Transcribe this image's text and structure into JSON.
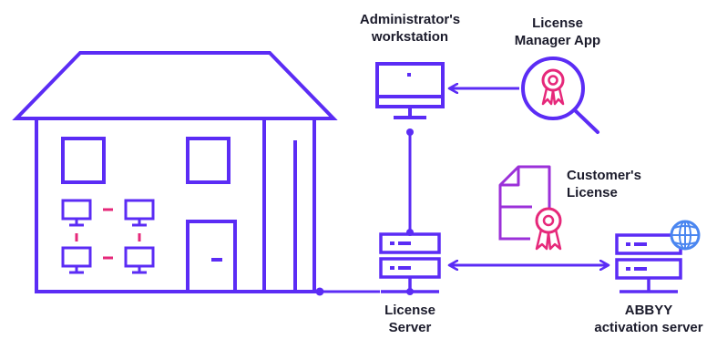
{
  "labels": {
    "admin_workstation": [
      "Administrator's",
      "workstation"
    ],
    "license_manager_app": [
      "License",
      "Manager App"
    ],
    "customers_license": [
      "Customer's",
      "License"
    ],
    "license_server": [
      "License",
      "Server"
    ],
    "abbyy_activation_server": [
      "ABBYY",
      "activation server"
    ]
  },
  "colors": {
    "primary": "#5b2cf5",
    "accent": "#e6287a",
    "document": "#9b30d9",
    "globe": "#4a86f0",
    "text": "#1b1b2b"
  },
  "icons": {
    "house": "house-icon",
    "workstation": "monitor-icon",
    "app": "magnifier-certificate-icon",
    "license": "document-certificate-icon",
    "license_server": "server-icon",
    "activation_server": "server-icon",
    "globe": "globe-icon"
  }
}
